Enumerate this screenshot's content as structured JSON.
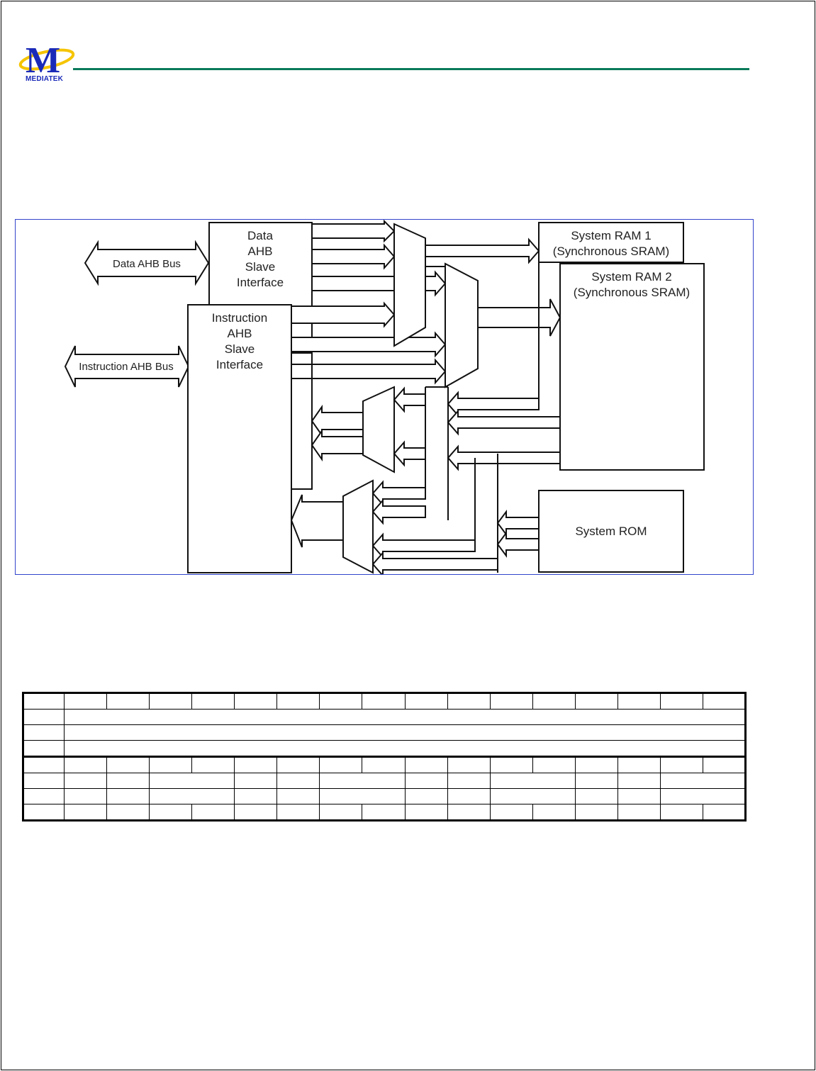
{
  "brand": {
    "logo_letter": "M",
    "logo_text": "MEDIATEK",
    "logo_color": "#1a2ab8",
    "logo_ring_color": "#f5c400",
    "rule_color": "#0a7a5a"
  },
  "diagram": {
    "labels": {
      "data_ahb_bus": "Data AHB Bus",
      "instruction_ahb_bus": "Instruction AHB Bus",
      "data_slave_line1": "Data",
      "data_slave_line2": "AHB",
      "data_slave_line3": "Slave",
      "data_slave_line4": "Interface",
      "instr_slave_line1": "Instruction",
      "instr_slave_line2": "AHB",
      "instr_slave_line3": "Slave",
      "instr_slave_line4": "Interface",
      "ram1_line1": "System RAM 1",
      "ram1_line2": "(Synchronous SRAM)",
      "ram2_line1": "System RAM 2",
      "ram2_line2": "(Synchronous SRAM)",
      "rom": "System ROM"
    }
  },
  "register_table": {
    "rows": [
      {
        "cells": [
          "",
          "",
          "",
          "",
          "",
          "",
          "",
          "",
          "",
          "",
          "",
          "",
          "",
          "",
          "",
          "",
          ""
        ]
      },
      {
        "cells": [
          "",
          ""
        ]
      },
      {
        "cells": [
          "",
          ""
        ]
      },
      {
        "cells": [
          "",
          ""
        ]
      },
      {
        "cells": [
          "",
          "",
          "",
          "",
          "",
          "",
          "",
          "",
          "",
          "",
          "",
          "",
          "",
          "",
          "",
          "",
          ""
        ]
      },
      {
        "cells": [
          "",
          "",
          "",
          "",
          "",
          "",
          "",
          "",
          "",
          "",
          "",
          "",
          ""
        ]
      },
      {
        "cells": [
          "",
          "",
          "",
          "",
          "",
          "",
          "",
          "",
          "",
          "",
          "",
          "",
          ""
        ]
      },
      {
        "cells": [
          "",
          "",
          "",
          "",
          "",
          "",
          "",
          "",
          "",
          "",
          "",
          "",
          "",
          "",
          "",
          "",
          ""
        ]
      }
    ]
  }
}
